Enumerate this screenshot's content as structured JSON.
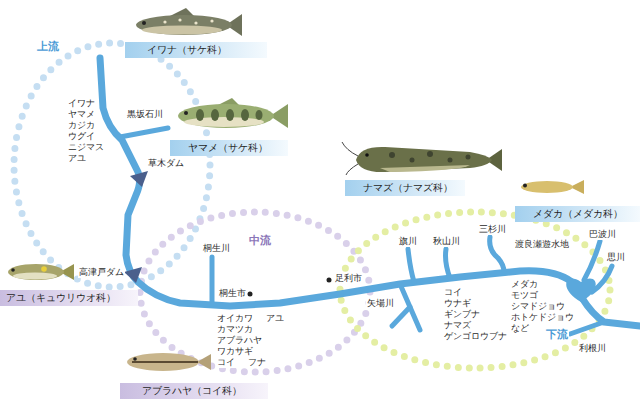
{
  "diagram": {
    "nodes": [
      {
        "text": [
          "イワナ（サケ科）"
        ]
      },
      {
        "text": [
          "ヤマメ（サケ科）"
        ]
      },
      {
        "text": [
          "ナマズ（ナマズ科）"
        ]
      },
      {
        "text": [
          "メダカ（メダカ科）"
        ]
      },
      {
        "text": [
          "アユ（キュウリウオ科）"
        ]
      },
      {
        "text": [
          "アブラハヤ（コイ科）"
        ]
      }
    ],
    "labels": [
      "上流",
      "イワナ",
      "ヤマメ",
      "カジカ",
      "ウグイ",
      "ニジマス",
      "アユ",
      "黒坂石川",
      "草木ダム",
      "中流",
      "桐生川",
      "高津戸ダム",
      "桐生市",
      "足利市",
      "矢場川",
      "オイカワ アユ",
      "カマツカ",
      "アブラハヤ",
      "ワカサギ",
      "コイ フナ",
      "旗川",
      "秋山川",
      "三杉川",
      "巴波川",
      "思川",
      "渡良瀬遊水地",
      "コイ",
      "ウナギ",
      "ギンブナ",
      "ナマズ",
      "ゲンゴロウブナ",
      "メダカ",
      "モツゴ",
      "シマドジョウ",
      "ホトケドジョウ",
      "など",
      "下流",
      "利根川"
    ]
  }
}
